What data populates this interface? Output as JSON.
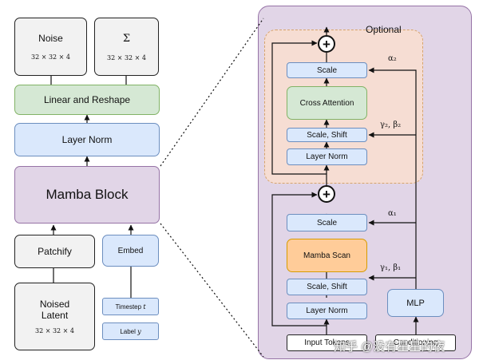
{
  "left": {
    "noise": {
      "label": "Noise",
      "dims": "32 × 32 × 4"
    },
    "sigma": {
      "label": "Σ",
      "dims": "32 × 32 × 4"
    },
    "linear_reshape": "Linear and Reshape",
    "layer_norm": "Layer Norm",
    "mamba_block": "Mamba Block",
    "patchify": "Patchify",
    "embed": "Embed",
    "noised_latent": {
      "line1": "Noised",
      "line2": "Latent",
      "dims": "32 × 32 × 4"
    },
    "timestep": {
      "text": "Timestep",
      "var": "t"
    },
    "label": {
      "text": "Label",
      "var": "y"
    }
  },
  "right": {
    "optional": "Optional",
    "scale_top": "Scale",
    "cross_attention": "Cross Attention",
    "scale_shift_top": "Scale, Shift",
    "layer_norm_top": "Layer Norm",
    "scale_bottom": "Scale",
    "mamba_scan": "Mamba Scan",
    "scale_shift_bottom": "Scale, Shift",
    "layer_norm_bottom": "Layer Norm",
    "mlp": "MLP",
    "input_tokens": "Input Tokens",
    "conditioning": "Conditioning",
    "alpha2": "α₂",
    "gamma2_beta2": "γ₂, β₂",
    "alpha1": "α₁",
    "gamma1_beta1": "γ₁, β₁",
    "plus": "+"
  },
  "watermark": "知乎 @没有星星的夜",
  "colors": {
    "green": "#d5e8d4",
    "blue": "#dae8fc",
    "purple": "#e1d5e7",
    "orange": "#ffcc99",
    "optional_fill": "#f8dcd0",
    "grey": "#f2f2f2"
  }
}
